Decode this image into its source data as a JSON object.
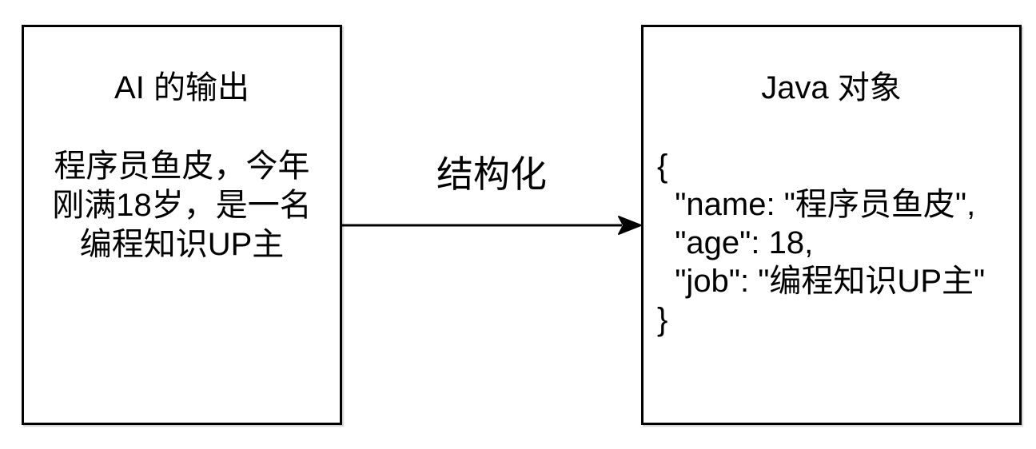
{
  "left_box": {
    "title": "AI 的输出",
    "body_lines": [
      "程序员鱼皮，今年",
      "刚满18岁，是一名",
      "编程知识UP主"
    ]
  },
  "arrow": {
    "label": "结构化"
  },
  "right_box": {
    "title": "Java 对象",
    "code_lines": [
      "{",
      "  \"name: \"程序员鱼皮\",",
      "  \"age\": 18,",
      "  \"job\": \"编程知识UP主\"",
      "}"
    ]
  },
  "colors": {
    "stroke": "#000000",
    "fill": "#ffffff",
    "text": "#000000"
  }
}
